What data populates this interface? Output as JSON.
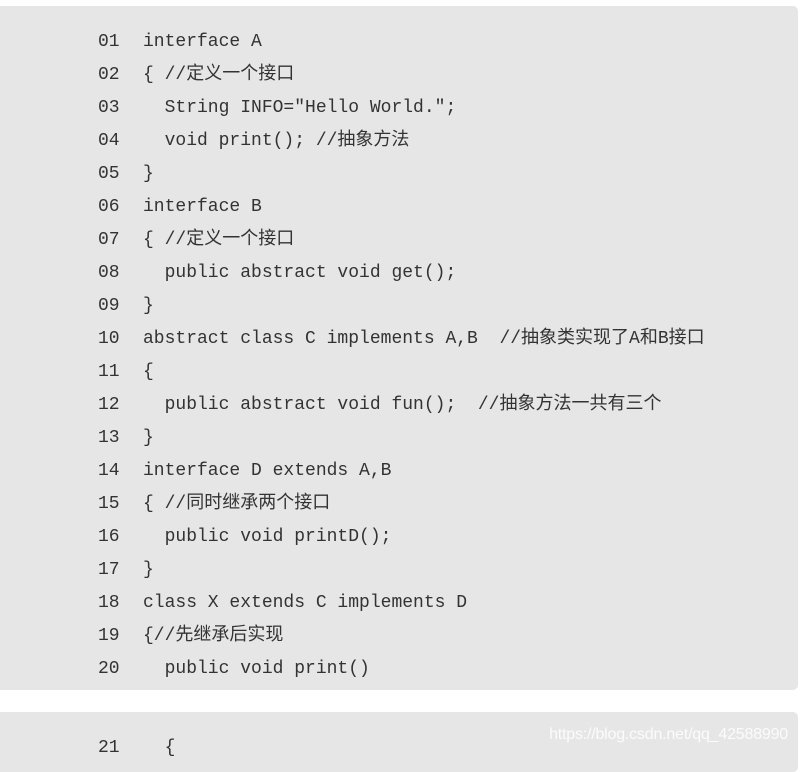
{
  "code_blocks": [
    {
      "lines": [
        {
          "no": "01",
          "code": "interface A"
        },
        {
          "no": "02",
          "code": "{ //定义一个接口"
        },
        {
          "no": "03",
          "code": "  String INFO=\"Hello World.\";"
        },
        {
          "no": "04",
          "code": "  void print(); //抽象方法"
        },
        {
          "no": "05",
          "code": "}"
        },
        {
          "no": "06",
          "code": "interface B"
        },
        {
          "no": "07",
          "code": "{ //定义一个接口"
        },
        {
          "no": "08",
          "code": "  public abstract void get();"
        },
        {
          "no": "09",
          "code": "}"
        },
        {
          "no": "10",
          "code": "abstract class C implements A,B  //抽象类实现了A和B接口"
        },
        {
          "no": "11",
          "code": "{"
        },
        {
          "no": "12",
          "code": "  public abstract void fun();  //抽象方法一共有三个"
        },
        {
          "no": "13",
          "code": "}"
        },
        {
          "no": "14",
          "code": "interface D extends A,B"
        },
        {
          "no": "15",
          "code": "{ //同时继承两个接口"
        },
        {
          "no": "16",
          "code": "  public void printD();"
        },
        {
          "no": "17",
          "code": "}"
        },
        {
          "no": "18",
          "code": "class X extends C implements D"
        },
        {
          "no": "19",
          "code": "{//先继承后实现"
        },
        {
          "no": "20",
          "code": "  public void print()"
        }
      ]
    },
    {
      "lines": [
        {
          "no": "21",
          "code": "  {"
        }
      ],
      "watermark": "https://blog.csdn.net/qq_42588990"
    }
  ]
}
